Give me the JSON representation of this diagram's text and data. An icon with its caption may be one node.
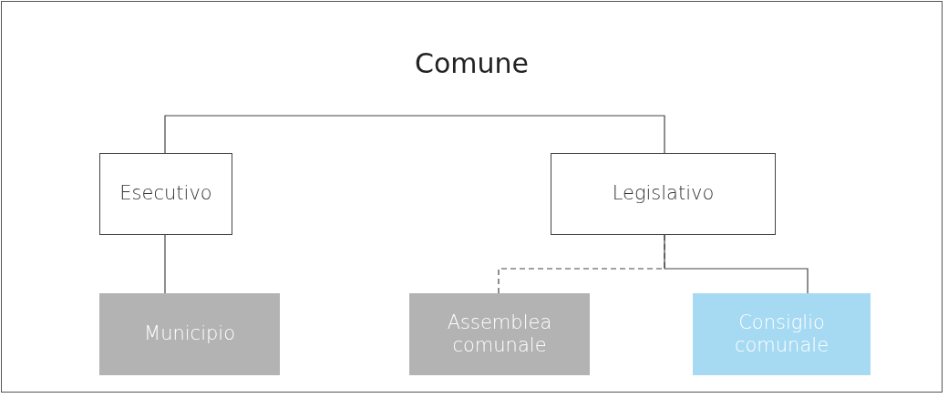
{
  "diagram": {
    "nodes": [
      {
        "text": [
          "Comune"
        ]
      },
      {
        "text": [
          "Esecutivo"
        ],
        "in": 0
      },
      {
        "text": [
          "Legislativo"
        ],
        "in": 0
      },
      {
        "text": [
          "Municipio"
        ],
        "in": 0
      },
      {
        "text": [
          "Assemblea comunale"
        ],
        "in": 0
      },
      {
        "text": [
          "Consiglio comunale"
        ],
        "in": 0
      }
    ],
    "edges": [
      {
        "from": 1,
        "to": 2,
        "arrow": "none"
      },
      {
        "from": 1,
        "to": 3,
        "arrow": "none"
      },
      {
        "from": 2,
        "to": 4,
        "arrow": "none",
        "style": "dashed"
      },
      {
        "from": 2,
        "to": 5,
        "arrow": "none"
      }
    ]
  }
}
